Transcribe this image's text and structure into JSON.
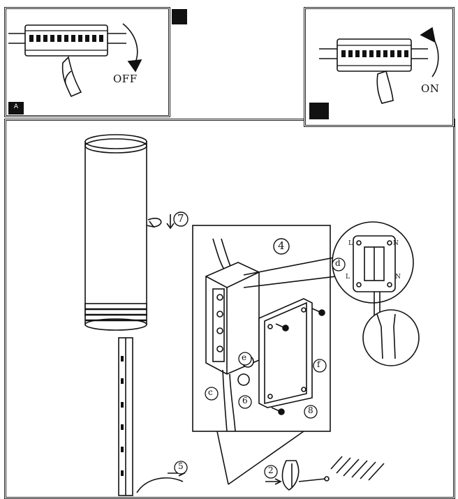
{
  "panel_off": {
    "badge": "A",
    "label": "OFF"
  },
  "panel_on": {
    "badge": "",
    "label": "ON"
  },
  "top_badge": "",
  "steps": {
    "s2": "2",
    "s4": "4",
    "s5": "5",
    "s6": "6",
    "s7": "7",
    "s8": "8"
  },
  "callouts": {
    "c": "c",
    "d": "d",
    "e": "e",
    "f": "f"
  },
  "terminal_marks": {
    "l_top": "L",
    "n_top": "N",
    "l_bottom": "L",
    "n_bottom": "N"
  }
}
